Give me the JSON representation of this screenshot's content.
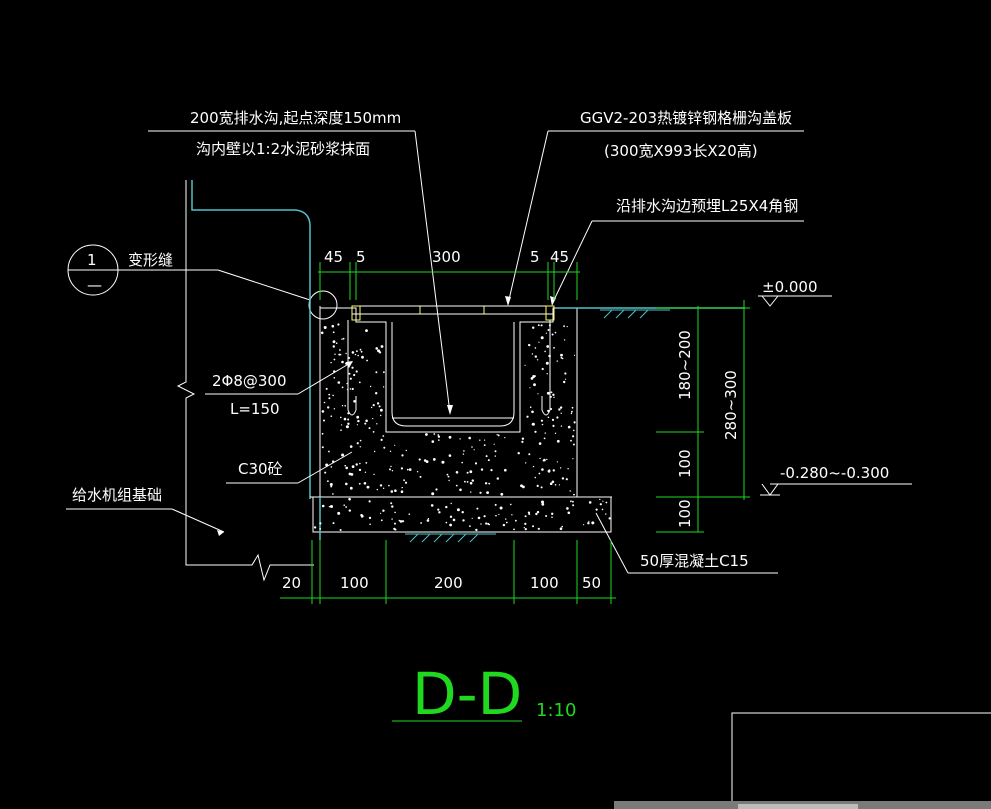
{
  "labels": {
    "drain_line1": "200宽排水沟,起点深度150mm",
    "drain_line2": "沟内壁以1:2水泥砂浆抹面",
    "cover_line1": "GGV2-203热镀锌钢格栅沟盖板",
    "cover_line2": "(300宽X993长X20高)",
    "angle_steel": "沿排水沟边预埋L25X4角钢",
    "joint": "变形缝",
    "detail_number": "1",
    "detail_sub": "—",
    "rebar_top": "2Φ8@300",
    "rebar_bottom": "L=150",
    "concrete": "C30砼",
    "pump_base": "给水机组基础",
    "cushion": "50厚混凝土C15",
    "elev_top": "±0.000",
    "elev_bottom": "-0.280~-0.300",
    "section_title": "D-D",
    "scale": "1:10"
  },
  "dimensions": {
    "top": [
      "45",
      "5",
      "300",
      "5",
      "45"
    ],
    "bottom": [
      "20",
      "100",
      "200",
      "100",
      "50"
    ],
    "right_inner": [
      "180~200",
      "100",
      "100"
    ],
    "right_outer": "280~300"
  },
  "colors": {
    "background": "#000000",
    "text": "#ffffff",
    "dimension": "#1fd81f",
    "ground": "#4fc3c8",
    "hatch": "#4fc3c8",
    "cover": "#ffff66"
  }
}
